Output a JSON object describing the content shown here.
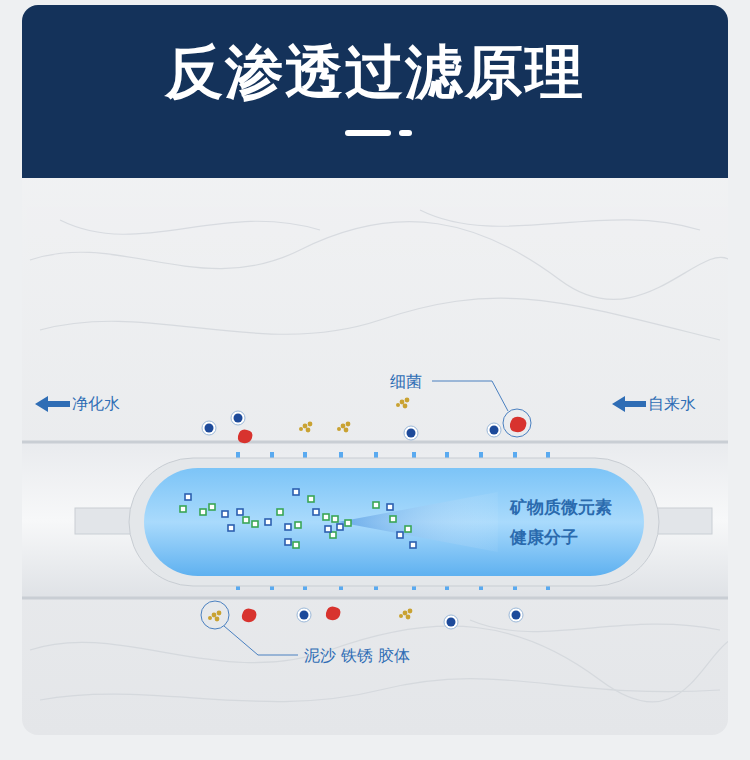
{
  "diagram": {
    "title": "反渗透过滤原理",
    "nodes": [
      {
        "text": [
          "矿物质微元素 健康分子"
        ]
      }
    ],
    "labels": [
      "净化水",
      "自来水",
      "细菌",
      "泥沙 铁锈 胶体"
    ]
  }
}
